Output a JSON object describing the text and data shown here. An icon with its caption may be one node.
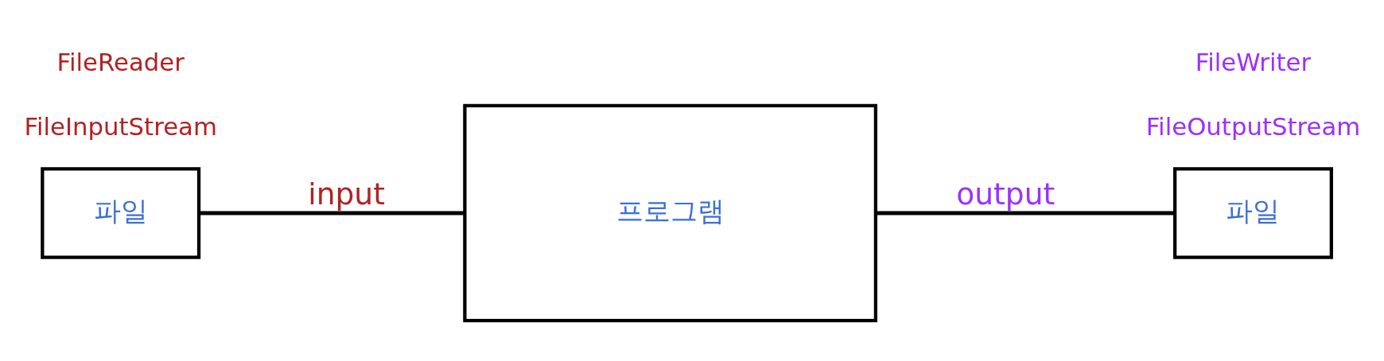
{
  "diagram": {
    "nodes": [
      {
        "text": [
          "파일"
        ]
      },
      {
        "text": [
          "프로그램"
        ]
      },
      {
        "text": [
          "파일"
        ]
      }
    ],
    "edges": [
      {
        "from": 0,
        "to": 1,
        "arrow": "none",
        "label": "input"
      },
      {
        "from": 1,
        "to": 2,
        "arrow": "none",
        "label": "output"
      }
    ],
    "labels": [
      "FileInputStream",
      "FileReader",
      "FileOutputStream",
      "FileWriter"
    ]
  }
}
